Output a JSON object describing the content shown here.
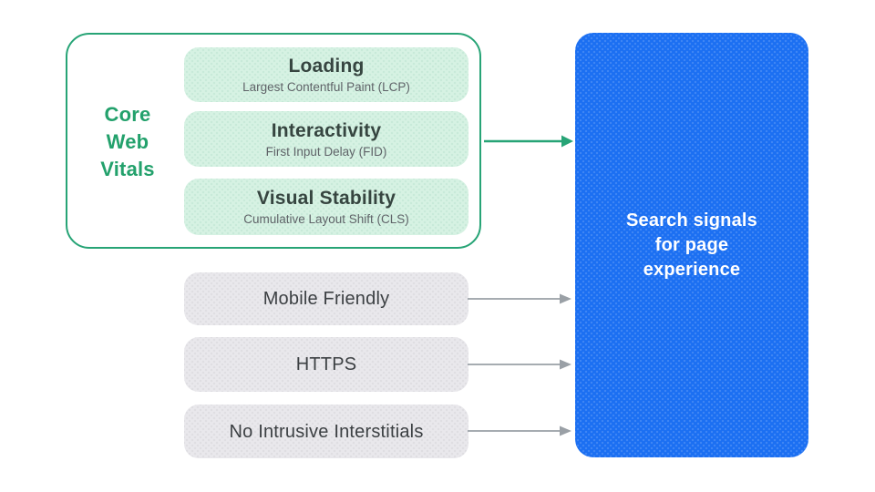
{
  "core_web_vitals": {
    "label": "Core\nWeb\nVitals",
    "cards": [
      {
        "title": "Loading",
        "subtitle": "Largest Contentful Paint (LCP)"
      },
      {
        "title": "Interactivity",
        "subtitle": "First Input Delay (FID)"
      },
      {
        "title": "Visual Stability",
        "subtitle": "Cumulative Layout Shift (CLS)"
      }
    ]
  },
  "other_signals": [
    {
      "label": "Mobile Friendly"
    },
    {
      "label": "HTTPS"
    },
    {
      "label": "No Intrusive Interstitials"
    }
  ],
  "result": {
    "label": "Search signals\nfor page\nexperience"
  },
  "icons": [
    {
      "name": "green-arrow-right-icon",
      "meaning": "core web vitals feed into search signals"
    },
    {
      "name": "gray-arrow-right-icon",
      "meaning": "signal feeds into search signals"
    }
  ],
  "colors": {
    "accent_green": "#23A16C",
    "green_border": "#27A476",
    "green_fill": "#D6F2E3",
    "gray_fill": "#E9E8EC",
    "blue": "#1B6FF2",
    "title_text": "#364540",
    "label_text": "#3C4043",
    "subtitle_text": "#5F6368",
    "arrow_gray": "#9AA0A6"
  }
}
